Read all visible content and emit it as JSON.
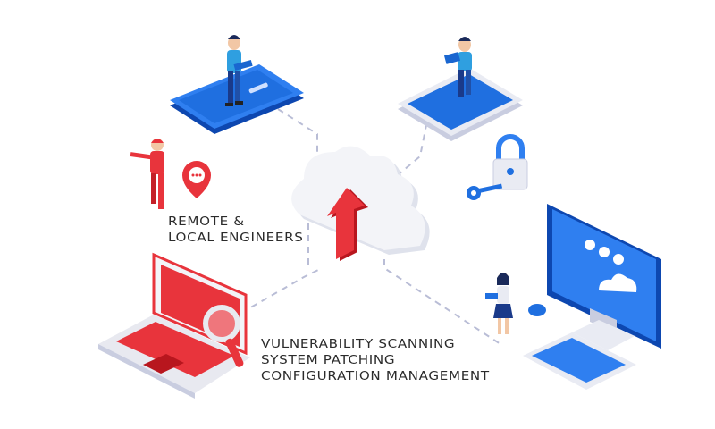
{
  "labels": {
    "engineers": [
      "REMOTE &",
      "LOCAL ENGINEERS"
    ],
    "services": [
      "VULNERABILITY SCANNING",
      "SYSTEM PATCHING",
      "CONFIGURATION MANAGEMENT"
    ]
  },
  "colors": {
    "blue": "#1f6fe0",
    "blue_dark": "#0d47b0",
    "red": "#e8343c",
    "red_dark": "#b8161e",
    "cloud": "#eef0f5",
    "dash": "#b9bdd6"
  }
}
